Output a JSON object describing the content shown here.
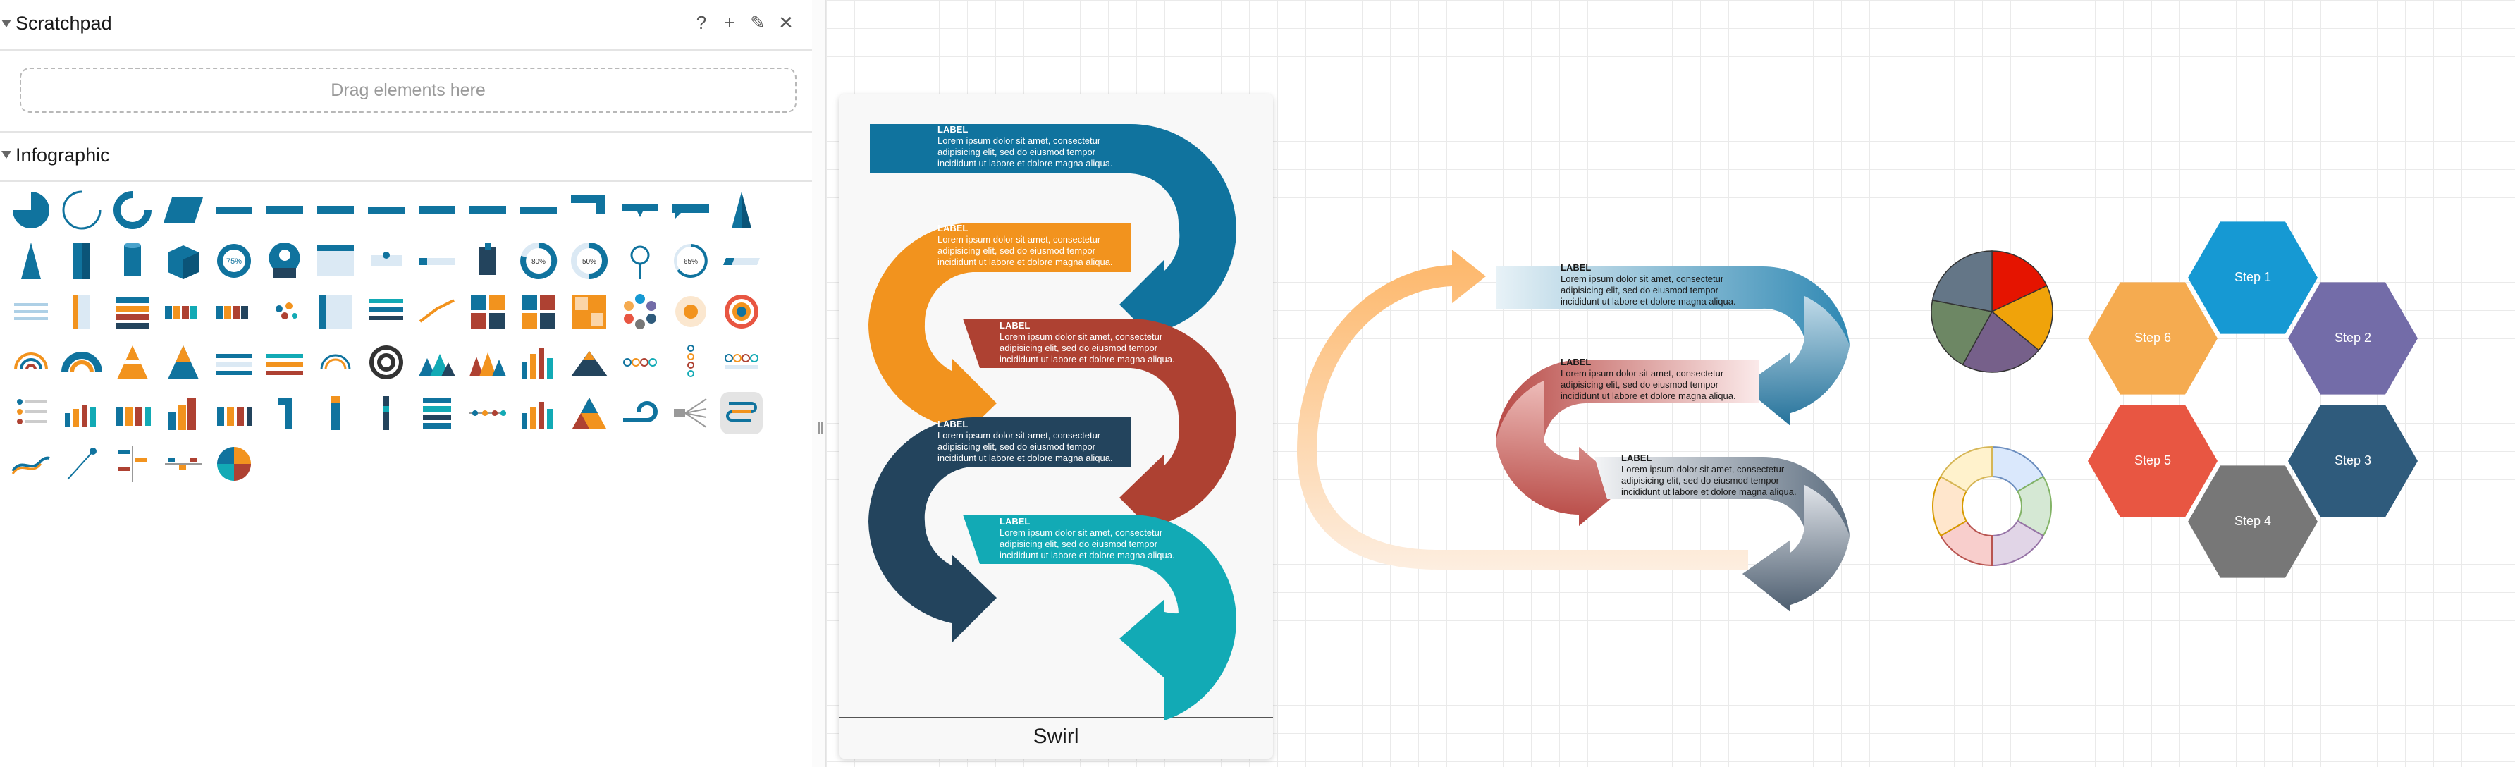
{
  "scratchpad": {
    "title": "Scratchpad",
    "tools": {
      "help": "?",
      "add": "+",
      "edit": "✎",
      "close": "✕"
    },
    "drop_hint": "Drag elements here"
  },
  "infographic": {
    "title": "Infographic"
  },
  "swirl_card": {
    "title": "Swirl",
    "bands": [
      {
        "label": "LABEL",
        "text": [
          "Lorem ipsum dolor sit amet, consectetur",
          "adipisicing elit, sed do eiusmod tempor",
          "incididunt ut labore et dolore magna aliqua."
        ],
        "color": "#10739e"
      },
      {
        "label": "LABEL",
        "text": [
          "Lorem ipsum dolor sit amet, consectetur",
          "adipisicing elit, sed do eiusmod tempor",
          "incididunt ut labore et dolore magna aliqua."
        ],
        "color": "#f2931e"
      },
      {
        "label": "LABEL",
        "text": [
          "Lorem ipsum dolor sit amet, consectetur",
          "adipisicing elit, sed do eiusmod tempor",
          "incididunt ut labore et dolore magna aliqua."
        ],
        "color": "#ae4132"
      },
      {
        "label": "LABEL",
        "text": [
          "Lorem ipsum dolor sit amet, consectetur",
          "adipisicing elit, sed do eiusmod tempor",
          "incididunt ut labore et dolore magna aliqua."
        ],
        "color": "#23445d"
      },
      {
        "label": "LABEL",
        "text": [
          "Lorem ipsum dolor sit amet, consectetur",
          "adipisicing elit, sed do eiusmod tempor",
          "incididunt ut labore et dolore magna aliqua."
        ],
        "color": "#12aab5"
      }
    ]
  },
  "gradient_swirl": {
    "bands": [
      {
        "label": "LABEL",
        "text": [
          "Lorem ipsum dolor sit amet, consectetur",
          "adipisicing elit, sed do eiusmod tempor",
          "incididunt ut labore et dolore magna aliqua."
        ]
      },
      {
        "label": "LABEL",
        "text": [
          "Lorem ipsum dolor sit amet, consectetur",
          "adipisicing elit, sed do eiusmod tempor",
          "incididunt ut labore et dolore magna aliqua."
        ]
      },
      {
        "label": "LABEL",
        "text": [
          "Lorem ipsum dolor sit amet, consectetur",
          "adipisicing elit, sed do eiusmod tempor",
          "incididunt ut labore et dolore magna aliqua."
        ]
      }
    ]
  },
  "hex_steps": [
    {
      "label": "Step 1",
      "color": "#1699d3"
    },
    {
      "label": "Step 2",
      "color": "#736ca8"
    },
    {
      "label": "Step 3",
      "color": "#2f5b7c"
    },
    {
      "label": "Step 4",
      "color": "#777777"
    },
    {
      "label": "Step 5",
      "color": "#e85642"
    },
    {
      "label": "Step 6",
      "color": "#f5ab50"
    }
  ],
  "pie_colors": [
    "#e51400",
    "#f0a30a",
    "#76608a",
    "#6d8764",
    "#647687"
  ],
  "donut_colors": [
    "#dae8fc",
    "#d5e8d4",
    "#e1d5e7",
    "#f8cecc",
    "#ffe6cc",
    "#fff2cc"
  ]
}
